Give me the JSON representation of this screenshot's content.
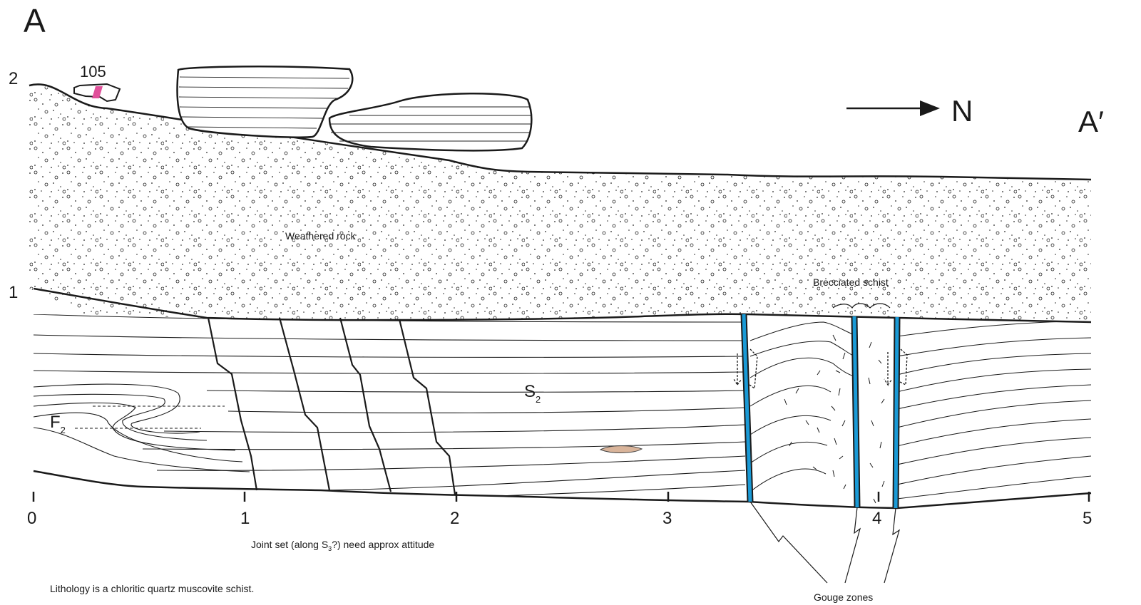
{
  "section_labels": {
    "start": "A",
    "end": "A′"
  },
  "north_arrow": {
    "label": "N"
  },
  "vertical_scale": [
    {
      "label": "2"
    },
    {
      "label": "1"
    }
  ],
  "horizontal_scale": [
    {
      "label": "0"
    },
    {
      "label": "1"
    },
    {
      "label": "2"
    },
    {
      "label": "3"
    },
    {
      "label": "4"
    },
    {
      "label": "5"
    }
  ],
  "boulder_label": "105",
  "units": {
    "weathered": "Weathered rock",
    "brecciated": "Brecciated schist"
  },
  "foliation": {
    "main": "S",
    "sub": "2"
  },
  "fold": {
    "main": "F",
    "sub": "2"
  },
  "joint_note": {
    "before": "Joint set (along S",
    "sub": "3",
    "after": "?) need approx attitude"
  },
  "gouge_label": "Gouge zones",
  "lithology_note": "Lithology is a chloritic quartz muscovite schist.",
  "colors": {
    "gouge_zone": "#1a9ad6",
    "boulder_mark": "#e0509a",
    "lens": "#d9b49a",
    "ink": "#1a1a1a"
  }
}
